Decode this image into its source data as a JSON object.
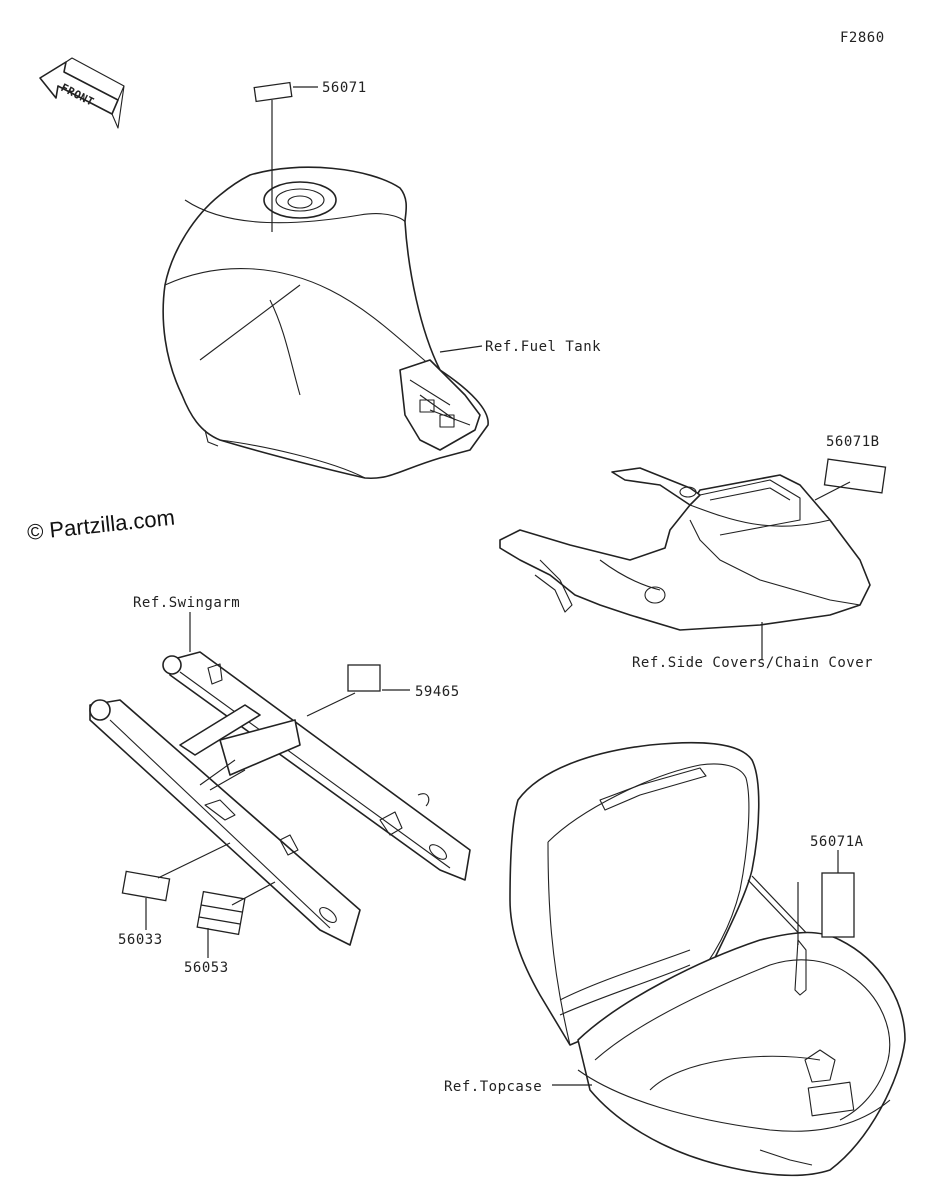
{
  "figure_code": "F2860",
  "watermark": "© Partzilla.com",
  "front_arrow": {
    "label": "FRONT",
    "icon": "front-direction-arrow"
  },
  "callouts": {
    "label_56071": "56071",
    "fuel_tank_ref": "Ref.Fuel Tank",
    "label_56071b": "56071B",
    "side_covers_ref": "Ref.Side Covers/Chain Cover",
    "swingarm_ref": "Ref.Swingarm",
    "label_59465": "59465",
    "label_56033": "56033",
    "label_56053": "56053",
    "label_56071a": "56071A",
    "topcase_ref": "Ref.Topcase"
  }
}
